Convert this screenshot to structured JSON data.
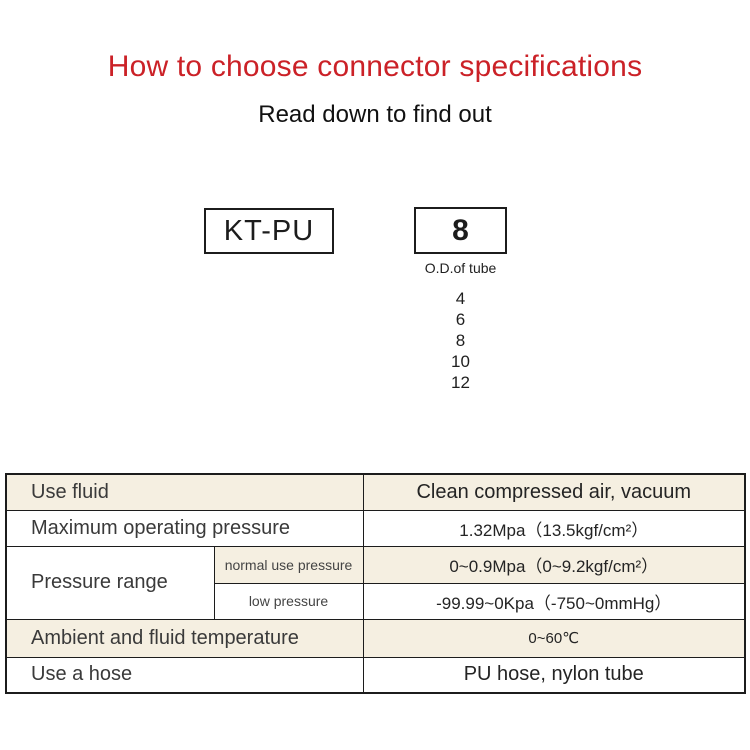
{
  "page": {
    "title": "How to choose connector specifications",
    "subtitle": "Read down to find out",
    "accent_color": "#cb2127"
  },
  "selector": {
    "model_code": "KT-PU",
    "size_value": "8",
    "size_caption": "O.D.of tube",
    "size_options": [
      "4",
      "6",
      "8",
      "10",
      "12"
    ]
  },
  "spec_table": {
    "shade_color": "#f5efe1",
    "rows": [
      {
        "label": "Use fluid",
        "value": "Clean compressed air, vacuum"
      },
      {
        "label": "Maximum operating pressure",
        "value": "1.32Mpa（13.5kgf/cm²）"
      },
      {
        "label": "Pressure range",
        "sub_rows": [
          {
            "label": "normal use pressure",
            "value": "0~0.9Mpa（0~9.2kgf/cm²）"
          },
          {
            "label": "low pressure",
            "value": "-99.99~0Kpa（-750~0mmHg）"
          }
        ]
      },
      {
        "label": "Ambient and fluid temperature",
        "value": "0~60℃"
      },
      {
        "label": "Use a hose",
        "value": "PU hose, nylon tube"
      }
    ]
  }
}
